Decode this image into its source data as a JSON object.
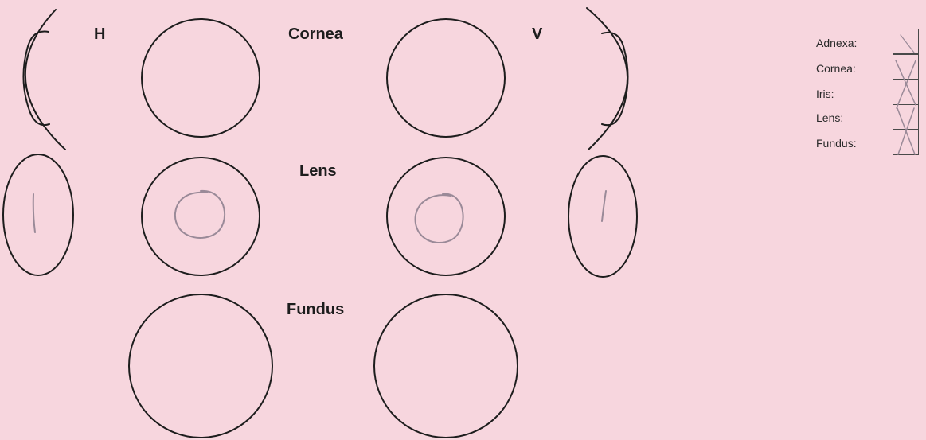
{
  "labels": {
    "h": "H",
    "v": "V",
    "cornea": "Cornea",
    "lens": "Lens",
    "fundus": "Fundus"
  },
  "checklist": {
    "items": [
      {
        "label": "Adnexa:",
        "checked": false
      },
      {
        "label": "Cornea:",
        "checked": true
      },
      {
        "label": "Iris:",
        "checked": true
      },
      {
        "label": "Lens:",
        "checked": true
      },
      {
        "label": "Fundus:",
        "checked": true
      }
    ]
  },
  "markings": {
    "left_lens_side": "vertical stroke",
    "left_lens_front": "circle",
    "right_lens_front": "circle",
    "right_lens_side": "vertical stroke"
  },
  "colors": {
    "paper": "#f7d6de",
    "ink": "#1d1d1d",
    "pencil": "#9a8a98"
  }
}
